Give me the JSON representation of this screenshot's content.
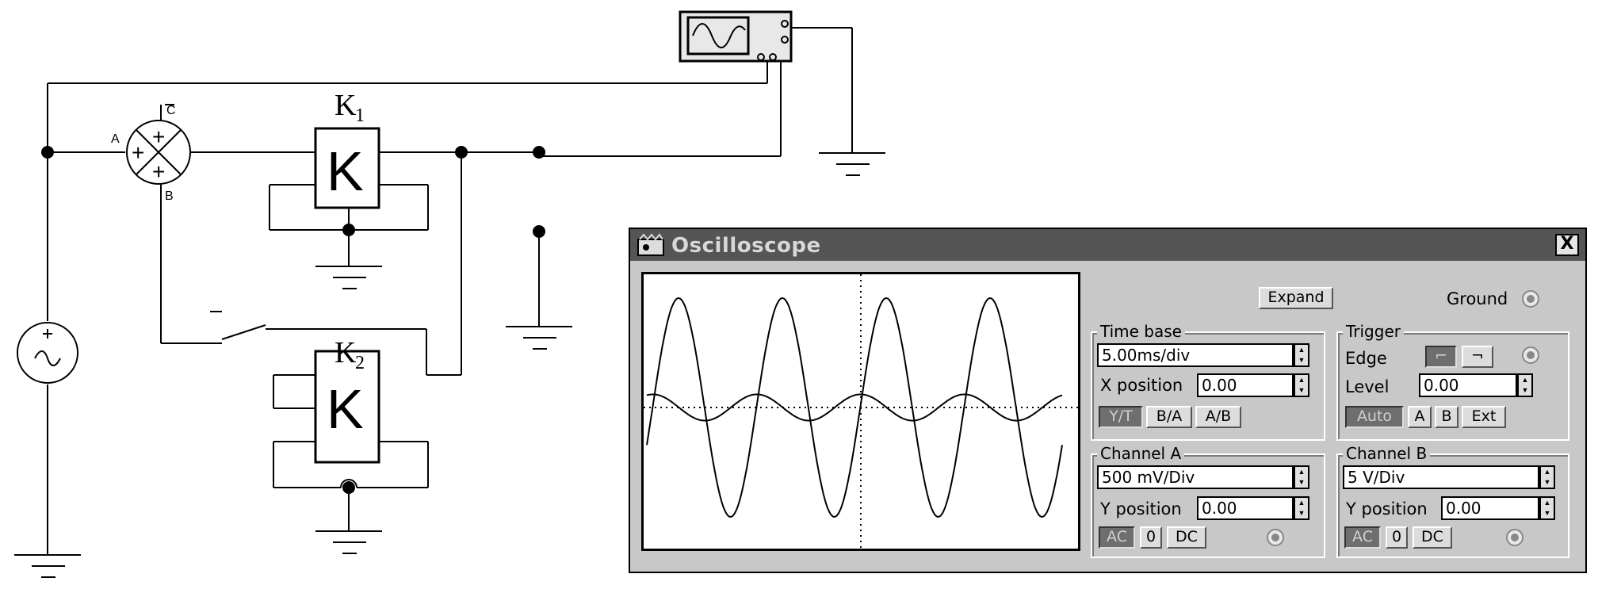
{
  "circuit": {
    "labels": {
      "k1": "K",
      "k1_sub": "1",
      "k2": "K",
      "k2_sub": "2",
      "block_k": "K",
      "summer_a": "A",
      "summer_b": "B",
      "summer_c": "C",
      "plus": "+"
    }
  },
  "window": {
    "title": "Oscilloscope",
    "close": "X",
    "expand_label": "Expand",
    "ground_label": "Ground"
  },
  "timebase": {
    "title": "Time base",
    "value": "5.00ms/div",
    "xpos_label": "X position",
    "xpos_value": "0.00",
    "modes": [
      "Y/T",
      "B/A",
      "A/B"
    ]
  },
  "trigger": {
    "title": "Trigger",
    "edge_label": "Edge",
    "level_label": "Level",
    "level_value": "0.00",
    "sources": [
      "Auto",
      "A",
      "B",
      "Ext"
    ]
  },
  "channel_a": {
    "title": "Channel A",
    "value": "500 mV/Div",
    "ypos_label": "Y position",
    "ypos_value": "0.00",
    "coupling": [
      "AC",
      "0",
      "DC"
    ]
  },
  "channel_b": {
    "title": "Channel B",
    "value": " 5  V/Div",
    "ypos_label": "Y position",
    "ypos_value": "0.00",
    "coupling": [
      "AC",
      "0",
      "DC"
    ]
  },
  "colors": {
    "title_bar": "#555555",
    "panel": "#c8c8c8",
    "trace": "#000000"
  },
  "display": {
    "trace_large": {
      "cycles": 4,
      "amplitude": 1.0
    },
    "trace_small": {
      "cycles": 4,
      "amplitude": 0.12
    }
  }
}
